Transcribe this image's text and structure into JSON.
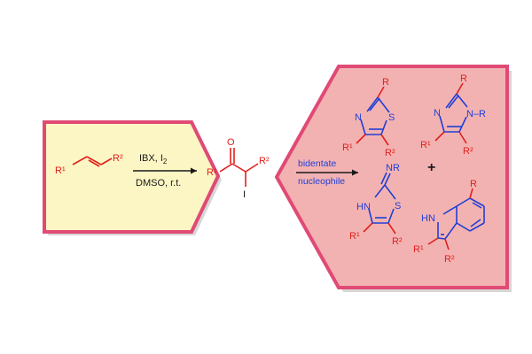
{
  "colors": {
    "left_panel_fill": "#fbf6c3",
    "right_panel_fill": "#f3b2b2",
    "panel_border": "#e04a75",
    "substituent_red": "#e0201c",
    "heteroatom_blue": "#1f3fd6",
    "bond_black": "#1a1a1a"
  },
  "alkene": {
    "r1": "R¹",
    "r2": "R²"
  },
  "step1": {
    "reagent": "IBX, I",
    "reagent_sub": "2",
    "conditions": "DMSO, r.t."
  },
  "iodoketone": {
    "oxygen": "O",
    "r1": "R¹",
    "r2": "R²",
    "iodine": "I"
  },
  "step2": {
    "line1": "bidentate",
    "line2": "nucleophile"
  },
  "plus": "+",
  "thiazole": {
    "n": "N",
    "s": "S",
    "r": "R",
    "r1": "R¹",
    "r2": "R²"
  },
  "imidazole": {
    "n": "N",
    "n_sub": "N–R",
    "r": "R",
    "r1": "R¹",
    "r2": "R²"
  },
  "iminothiazoline": {
    "nr": "NR",
    "hn": "HN",
    "s": "S",
    "r1": "R¹",
    "r2": "R²"
  },
  "indole": {
    "hn": "HN",
    "r": "R",
    "r1": "R¹",
    "r2": "R²"
  }
}
